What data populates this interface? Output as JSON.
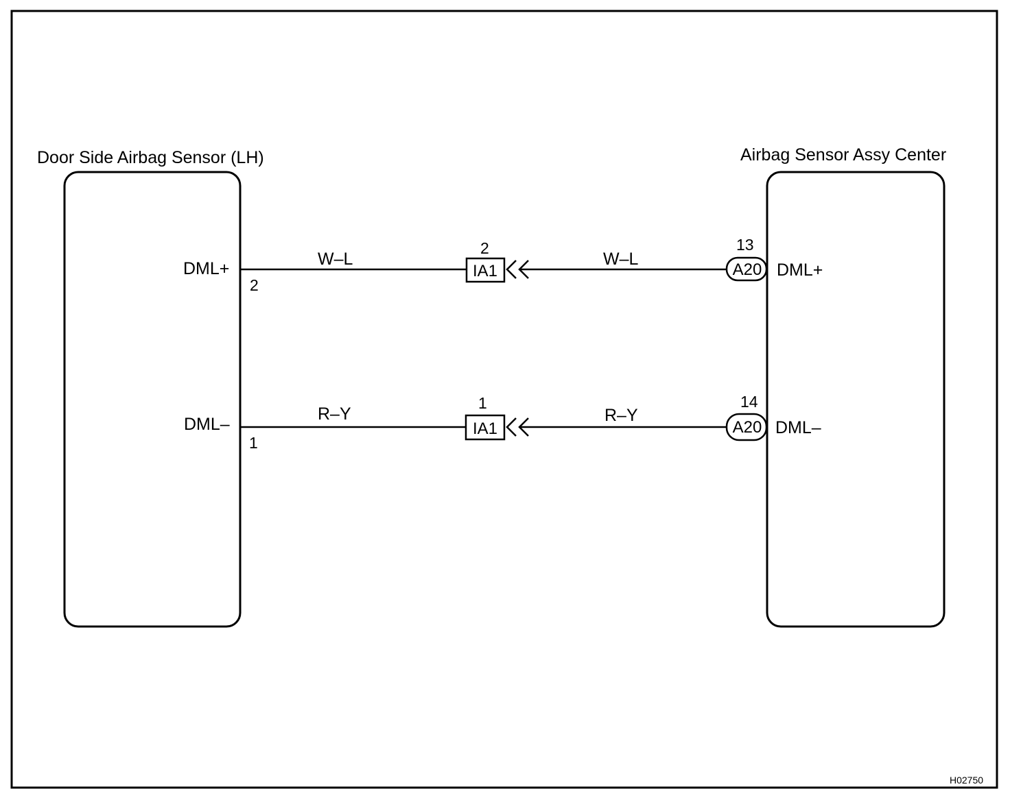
{
  "components": {
    "left": {
      "title": "Door Side Airbag Sensor (LH)",
      "terminals": [
        {
          "name": "DML+",
          "pin": "2"
        },
        {
          "name": "DML–",
          "pin": "1"
        }
      ]
    },
    "right": {
      "title": "Airbag Sensor Assy Center",
      "connector": "A20",
      "terminals": [
        {
          "name": "DML+",
          "pin": "13"
        },
        {
          "name": "DML–",
          "pin": "14"
        }
      ]
    }
  },
  "junction_connector": {
    "name": "IA1",
    "pins": [
      "2",
      "1"
    ]
  },
  "wires": [
    {
      "left_color": "W–L",
      "right_color": "W–L"
    },
    {
      "left_color": "R–Y",
      "right_color": "R–Y"
    }
  ],
  "figure_id": "H02750"
}
